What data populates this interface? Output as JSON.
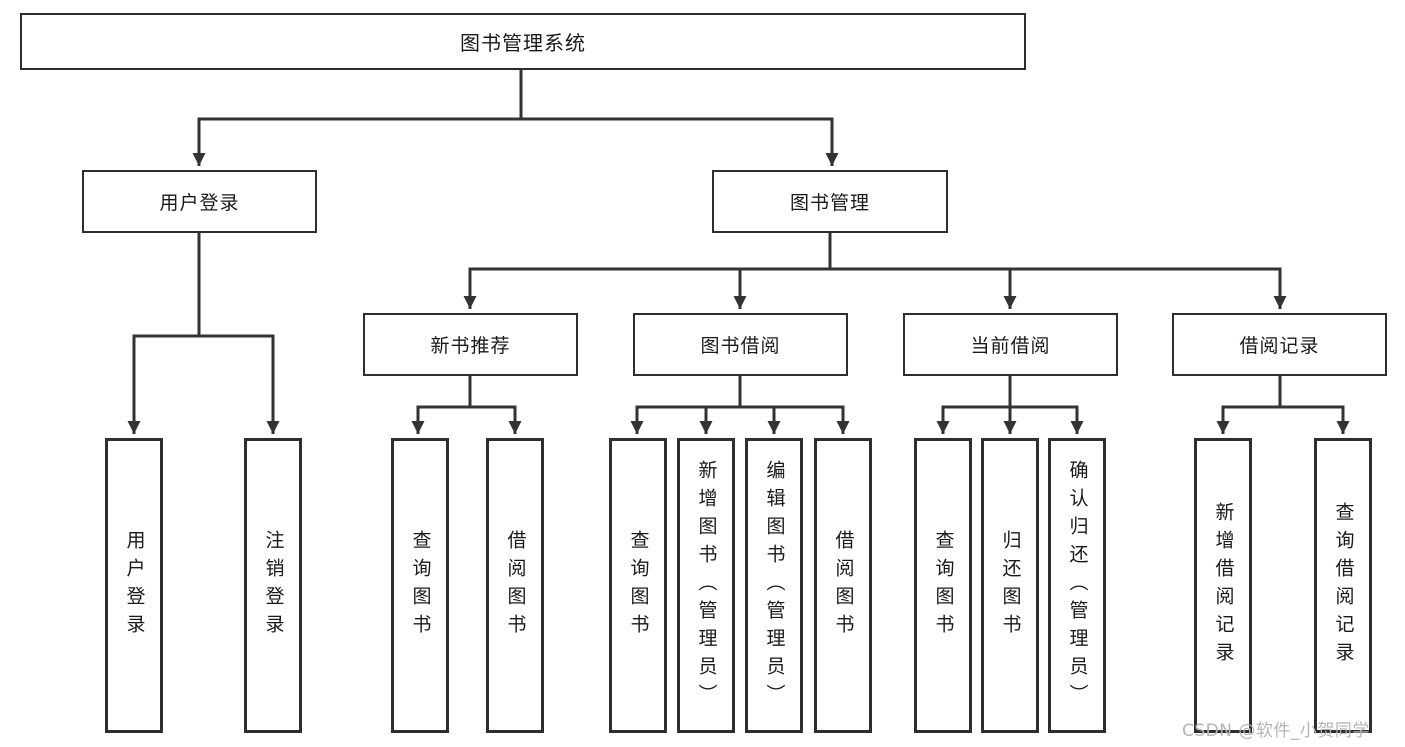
{
  "diagram": {
    "title": "图书管理系统",
    "nodes": {
      "root": "图书管理系统",
      "user_login": "用户登录",
      "book_mgmt": "图书管理",
      "new_books": "新书推荐",
      "book_borrow": "图书借阅",
      "current_borrow": "当前借阅",
      "borrow_records": "借阅记录",
      "leaf_user_login": "用户登录",
      "leaf_logout": "注销登录",
      "nb_query_books": "查询图书",
      "nb_borrow_books": "借阅图书",
      "bb_query_books": "查询图书",
      "bb_add_books": "新增图书（管理员）",
      "bb_edit_books": "编辑图书（管理员）",
      "bb_borrow_books": "借阅图书",
      "cb_query_books": "查询图书",
      "cb_return_books": "归还图书",
      "cb_confirm_return": "确认归还（管理员）",
      "br_add_record": "新增借阅记录",
      "br_query_record": "查询借阅记录"
    },
    "colors": {
      "line": "#333333",
      "border": "#2e2e2e",
      "text": "#1a1a1a",
      "background": "#ffffff",
      "watermark": "#b5b5b5"
    }
  },
  "watermark": "CSDN @软件_小贺同学"
}
